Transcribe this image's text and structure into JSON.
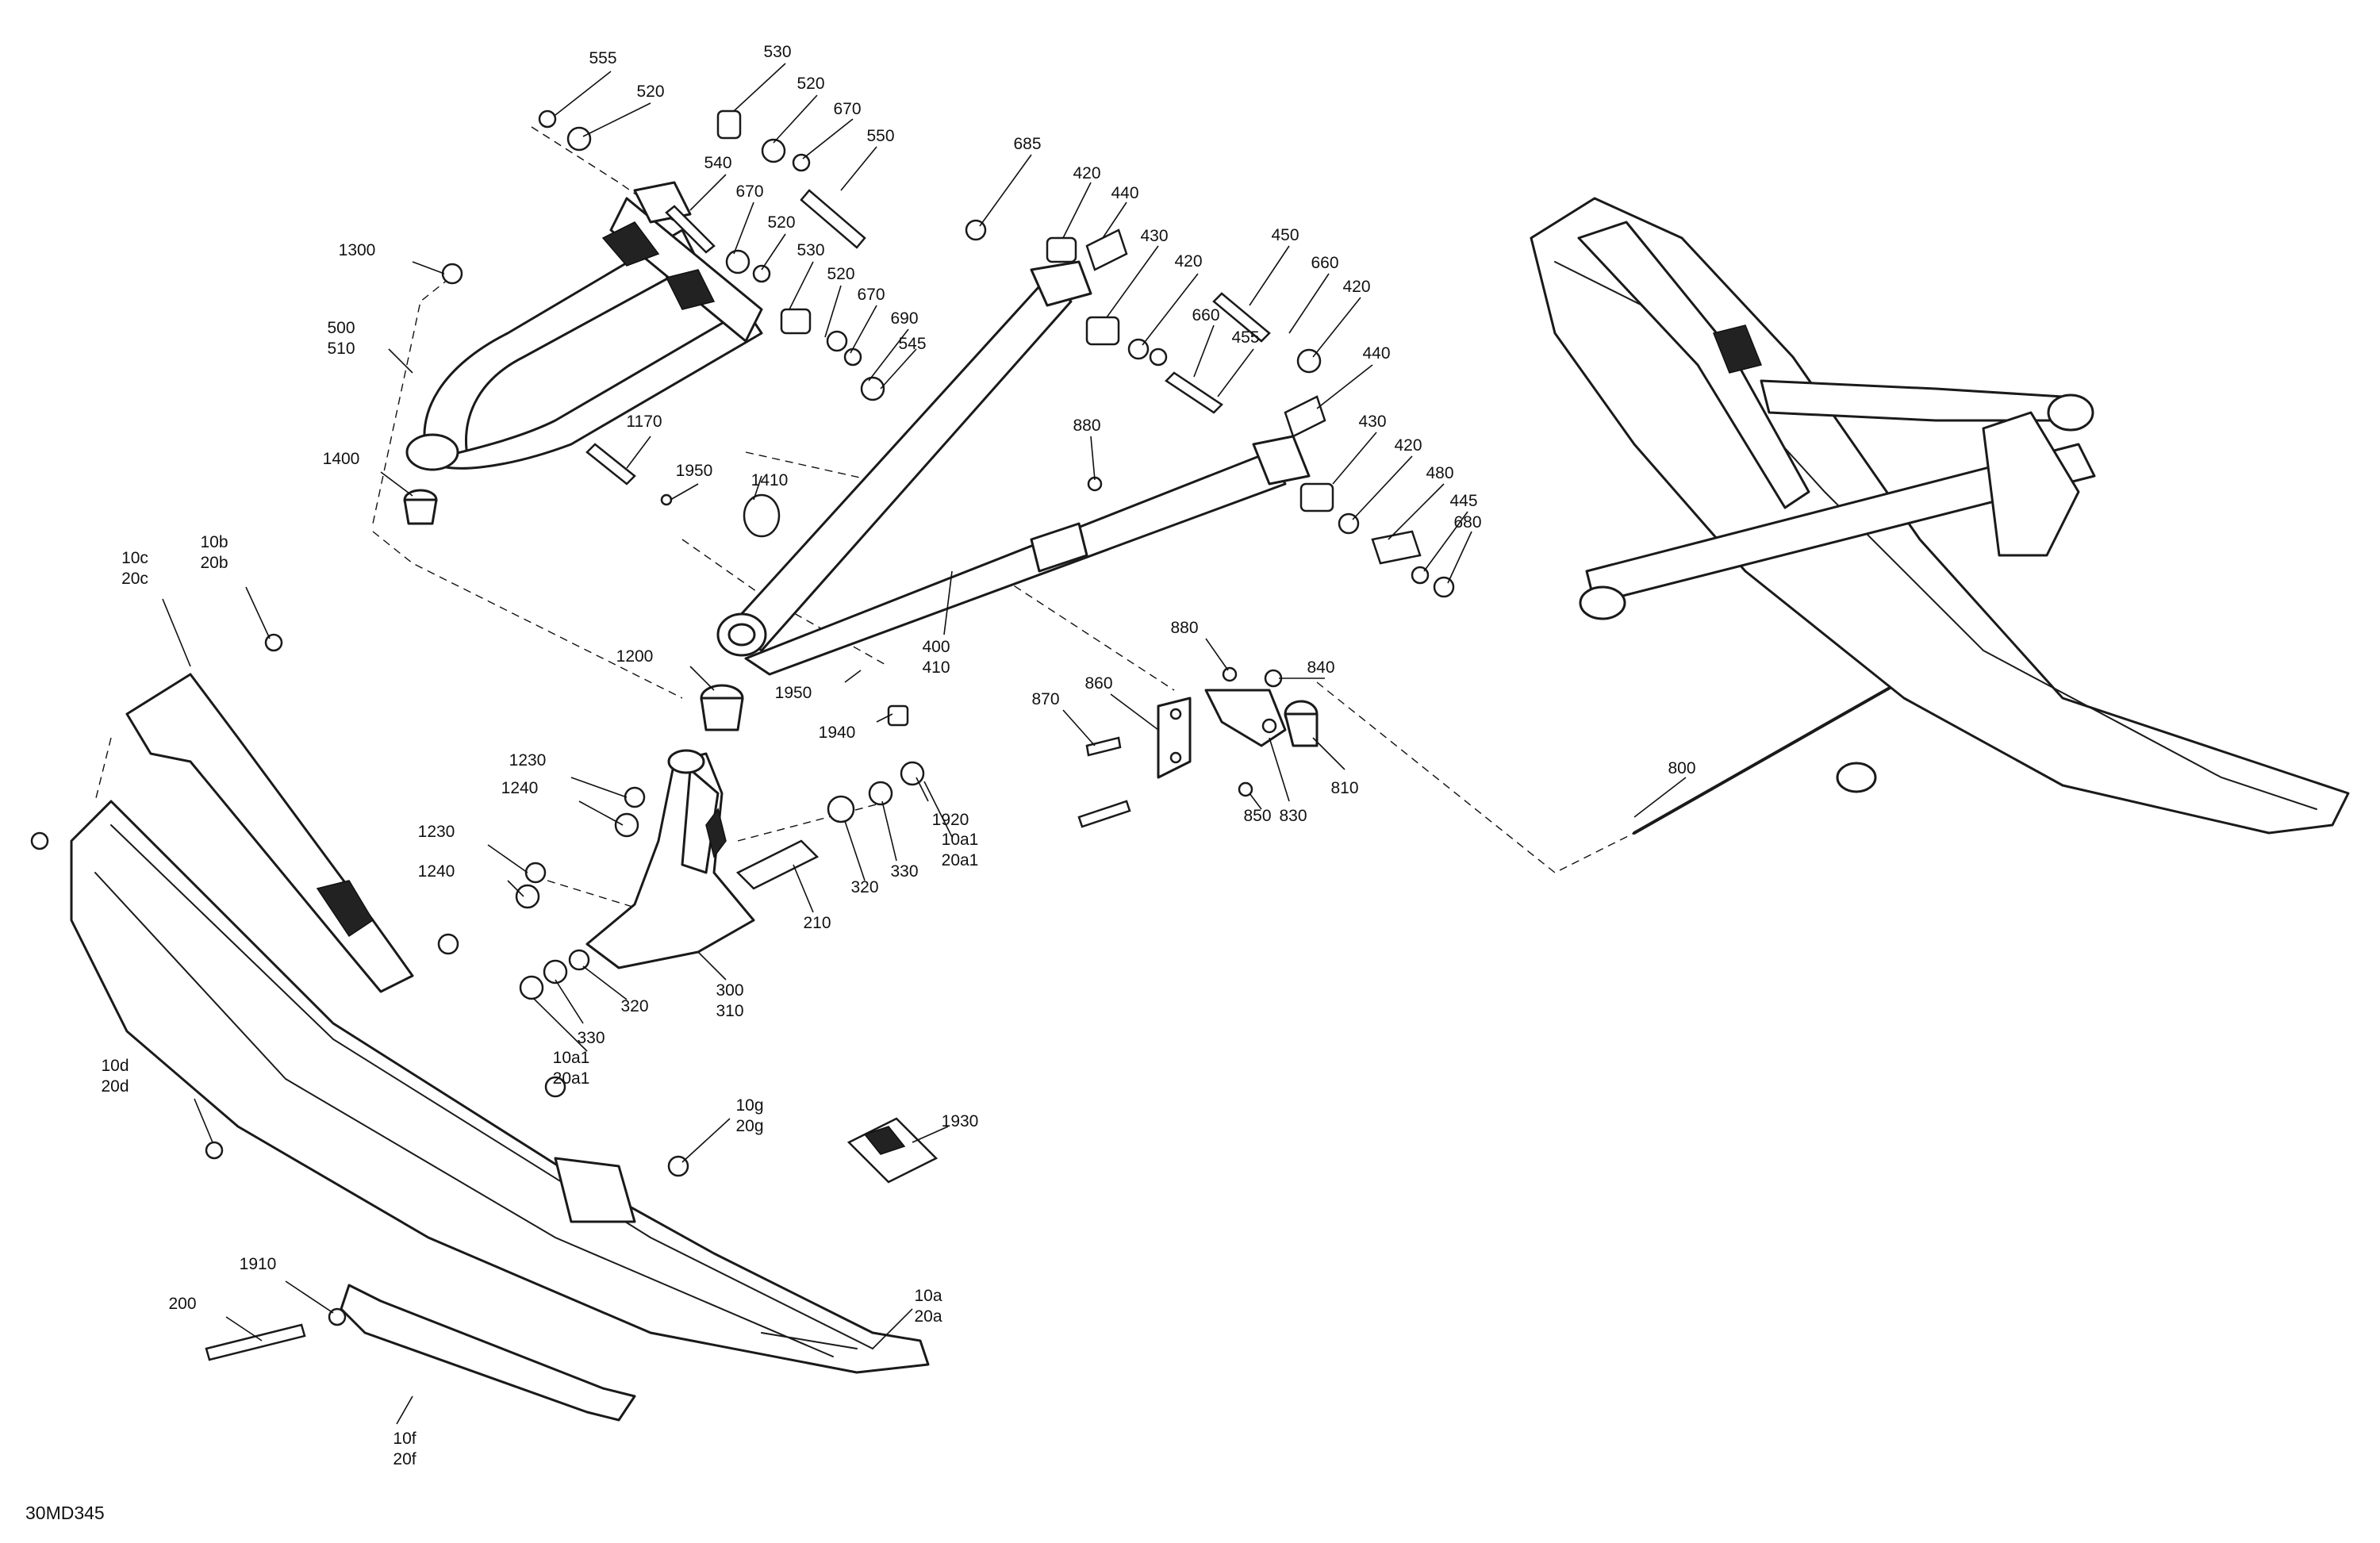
{
  "diagram": {
    "drawing_code": "30MD345",
    "callouts": [
      {
        "id": "c555",
        "lines": [
          "555"
        ]
      },
      {
        "id": "c520a",
        "lines": [
          "520"
        ]
      },
      {
        "id": "c530a",
        "lines": [
          "530"
        ]
      },
      {
        "id": "c520b",
        "lines": [
          "520"
        ]
      },
      {
        "id": "c670a",
        "lines": [
          "670"
        ]
      },
      {
        "id": "c550",
        "lines": [
          "550"
        ]
      },
      {
        "id": "c540",
        "lines": [
          "540"
        ]
      },
      {
        "id": "c670b",
        "lines": [
          "670"
        ]
      },
      {
        "id": "c520c",
        "lines": [
          "520"
        ]
      },
      {
        "id": "c530b",
        "lines": [
          "530"
        ]
      },
      {
        "id": "c520d",
        "lines": [
          "520"
        ]
      },
      {
        "id": "c670c",
        "lines": [
          "670"
        ]
      },
      {
        "id": "c690",
        "lines": [
          "690"
        ]
      },
      {
        "id": "c545",
        "lines": [
          "545"
        ]
      },
      {
        "id": "c1300",
        "lines": [
          "1300"
        ]
      },
      {
        "id": "c500",
        "lines": [
          "500",
          "510"
        ]
      },
      {
        "id": "c1400",
        "lines": [
          "1400"
        ]
      },
      {
        "id": "c1170",
        "lines": [
          "1170"
        ]
      },
      {
        "id": "c1950a",
        "lines": [
          "1950"
        ]
      },
      {
        "id": "c1410",
        "lines": [
          "1410"
        ]
      },
      {
        "id": "c685",
        "lines": [
          "685"
        ]
      },
      {
        "id": "c420a",
        "lines": [
          "420"
        ]
      },
      {
        "id": "c440a",
        "lines": [
          "440"
        ]
      },
      {
        "id": "c430a",
        "lines": [
          "430"
        ]
      },
      {
        "id": "c420b",
        "lines": [
          "420"
        ]
      },
      {
        "id": "c450",
        "lines": [
          "450"
        ]
      },
      {
        "id": "c660a",
        "lines": [
          "660"
        ]
      },
      {
        "id": "c420c",
        "lines": [
          "420"
        ]
      },
      {
        "id": "c660b",
        "lines": [
          "660"
        ]
      },
      {
        "id": "c455",
        "lines": [
          "455"
        ]
      },
      {
        "id": "c440b",
        "lines": [
          "440"
        ]
      },
      {
        "id": "c880a",
        "lines": [
          "880"
        ]
      },
      {
        "id": "c430b",
        "lines": [
          "430"
        ]
      },
      {
        "id": "c420d",
        "lines": [
          "420"
        ]
      },
      {
        "id": "c480",
        "lines": [
          "480"
        ]
      },
      {
        "id": "c445",
        "lines": [
          "445"
        ]
      },
      {
        "id": "c680",
        "lines": [
          "680"
        ]
      },
      {
        "id": "c400",
        "lines": [
          "400",
          "410"
        ]
      },
      {
        "id": "c1200",
        "lines": [
          "1200"
        ]
      },
      {
        "id": "c1950b",
        "lines": [
          "1950"
        ]
      },
      {
        "id": "c1940",
        "lines": [
          "1940"
        ]
      },
      {
        "id": "c880b",
        "lines": [
          "880"
        ]
      },
      {
        "id": "c860",
        "lines": [
          "860"
        ]
      },
      {
        "id": "c870",
        "lines": [
          "870"
        ]
      },
      {
        "id": "c840",
        "lines": [
          "840"
        ]
      },
      {
        "id": "c810",
        "lines": [
          "810"
        ]
      },
      {
        "id": "c850",
        "lines": [
          "850"
        ]
      },
      {
        "id": "c830",
        "lines": [
          "830"
        ]
      },
      {
        "id": "c800",
        "lines": [
          "800"
        ]
      },
      {
        "id": "c10c",
        "lines": [
          "10c",
          "20c"
        ]
      },
      {
        "id": "c10b",
        "lines": [
          "10b",
          "20b"
        ]
      },
      {
        "id": "c1230a",
        "lines": [
          "1230"
        ]
      },
      {
        "id": "c1240a",
        "lines": [
          "1240"
        ]
      },
      {
        "id": "c1230b",
        "lines": [
          "1230"
        ]
      },
      {
        "id": "c1240b",
        "lines": [
          "1240"
        ]
      },
      {
        "id": "c1920",
        "lines": [
          "1920"
        ]
      },
      {
        "id": "c10a1a",
        "lines": [
          "10a1",
          "20a1"
        ]
      },
      {
        "id": "c330a",
        "lines": [
          "330"
        ]
      },
      {
        "id": "c320a",
        "lines": [
          "320"
        ]
      },
      {
        "id": "c210",
        "lines": [
          "210"
        ]
      },
      {
        "id": "c300",
        "lines": [
          "300",
          "310"
        ]
      },
      {
        "id": "c320b",
        "lines": [
          "320"
        ]
      },
      {
        "id": "c330b",
        "lines": [
          "330"
        ]
      },
      {
        "id": "c10a1b",
        "lines": [
          "10a1",
          "20a1"
        ]
      },
      {
        "id": "c10d",
        "lines": [
          "10d",
          "20d"
        ]
      },
      {
        "id": "c10g",
        "lines": [
          "10g",
          "20g"
        ]
      },
      {
        "id": "c1930",
        "lines": [
          "1930"
        ]
      },
      {
        "id": "c1910",
        "lines": [
          "1910"
        ]
      },
      {
        "id": "c200",
        "lines": [
          "200"
        ]
      },
      {
        "id": "c10a",
        "lines": [
          "10a",
          "20a"
        ]
      },
      {
        "id": "c10f",
        "lines": [
          "10f",
          "20f"
        ]
      }
    ]
  }
}
